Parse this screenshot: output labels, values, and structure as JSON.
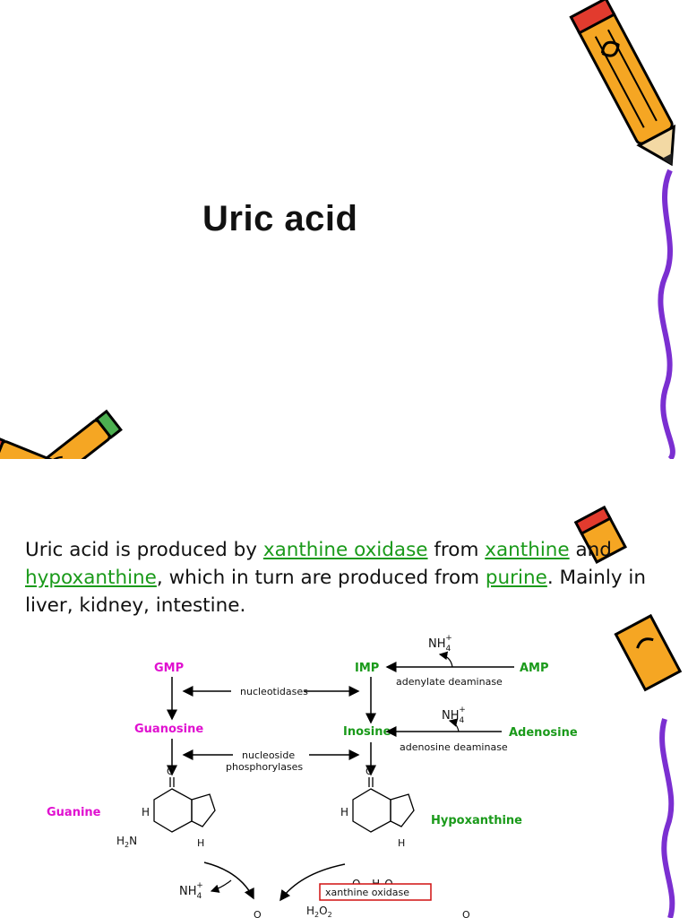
{
  "slide1": {
    "title": "Uric acid"
  },
  "slide2": {
    "paragraph": [
      {
        "text": "Uric acid is produced by ",
        "link": false
      },
      {
        "text": "xanthine oxidase",
        "link": true
      },
      {
        "text": " from ",
        "link": false
      },
      {
        "text": "xanthine",
        "link": true
      },
      {
        "text": " and ",
        "link": false
      },
      {
        "text": "hypoxanthine",
        "link": true
      },
      {
        "text": ", which in turn are produced from ",
        "link": false
      },
      {
        "text": "purine",
        "link": true
      },
      {
        "text": ". Mainly in liver, kidney, intestine.",
        "link": false
      }
    ],
    "diagram": {
      "gmp": "GMP",
      "imp": "IMP",
      "amp": "AMP",
      "guanosine": "Guanosine",
      "inosine": "Inosine",
      "adenosine": "Adenosine",
      "guanine": "Guanine",
      "hypoxanthine": "Hypoxanthine",
      "nucleotidases": "nucleotidases",
      "adenylate_deaminase": "adenylate deaminase",
      "adenosine_deaminase": "adenosine deaminase",
      "nucleoside_line1": "nucleoside",
      "nucleoside_line2": "phosphorylases",
      "nh4": "NH",
      "nh4_sub": "4",
      "nh4_sup": "+",
      "o2_h2o": "O",
      "xanthine_oxidase": "xanthine oxidase",
      "h2o2": "H",
      "h2n": "H",
      "atom_h": "H",
      "atom_n": "N",
      "atom_o": "O"
    },
    "colors": {
      "magenta": "#e010d0",
      "green": "#1a9a1a",
      "link": "#1a9a1a",
      "box": "#d01010"
    }
  }
}
